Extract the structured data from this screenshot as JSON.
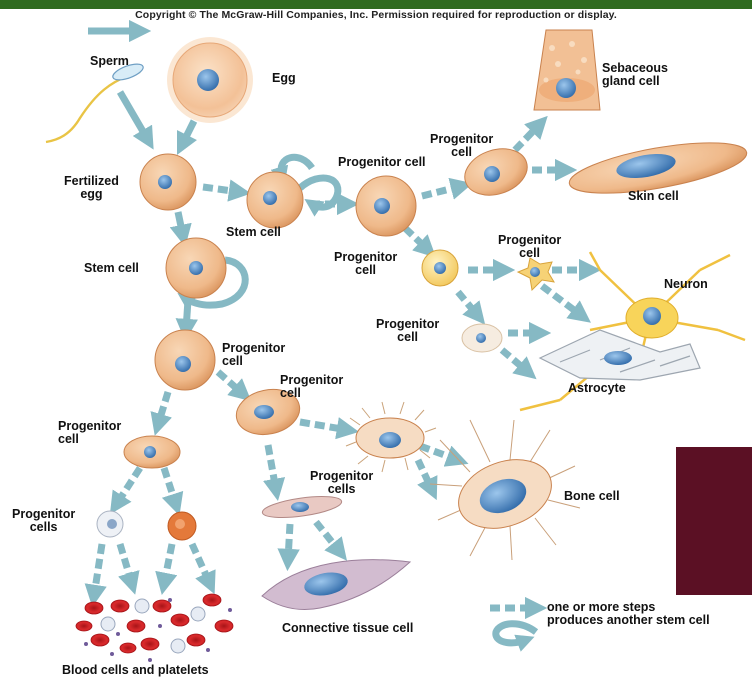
{
  "copyright": "Copyright © The McGraw-Hill Companies, Inc. Permission required for reproduction or display.",
  "labels": {
    "sperm": "Sperm",
    "egg": "Egg",
    "fertilized_egg_1": "Fertilized",
    "fertilized_egg_2": "egg",
    "stem_cell_top": "Stem cell",
    "stem_cell_left": "Stem cell",
    "progenitor_cell_top": "Progenitor cell",
    "progenitor_top_right_1": "Progenitor",
    "progenitor_top_right_2": "cell",
    "sebaceous_1": "Sebaceous",
    "sebaceous_2": "gland cell",
    "skin_cell": "Skin cell",
    "progenitor_mid_1": "Progenitor",
    "progenitor_mid_2": "cell",
    "progenitor_neural_1": "Progenitor",
    "progenitor_neural_2": "cell",
    "neuron": "Neuron",
    "progenitor_glial_1": "Progenitor",
    "progenitor_glial_2": "cell",
    "astrocyte": "Astrocyte",
    "progenitor_left_1": "Progenitor",
    "progenitor_left_2": "cell",
    "progenitor_center_1": "Progenitor",
    "progenitor_center_2": "cell",
    "progenitor_blood_1": "Progenitor",
    "progenitor_blood_2": "cell",
    "progenitor_cells_bone_1": "Progenitor",
    "progenitor_cells_bone_2": "cells",
    "bone_cell": "Bone cell",
    "progenitor_cells_blood_1": "Progenitor",
    "progenitor_cells_blood_2": "cells",
    "connective_tissue_cell": "Connective tissue cell",
    "blood_cells": "Blood cells and platelets",
    "legend_steps": "one or more steps",
    "legend_stem": "produces another stem cell"
  },
  "colors": {
    "arrow": "#86b9c4",
    "cell_fill": "#efb98a",
    "cell_edge": "#c9824e",
    "nucleus": "#4a86c2",
    "accent_bar": "#2f6b1f",
    "maroon_block": "#5b1024",
    "red_blood_cell": "#d2262a"
  }
}
